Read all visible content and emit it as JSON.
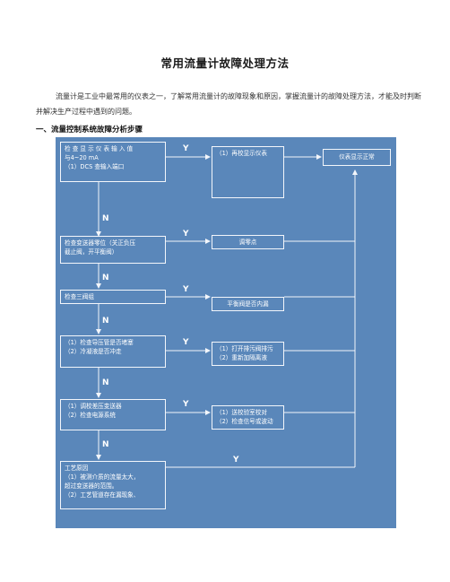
{
  "doc": {
    "title": "常用流量计故障处理方法",
    "intro": "流量计是工业中最常用的仪表之一，了解常用流量计的故障现象和原因，掌握流量计的故障处理方法，才能及时判断并解决生产过程中遇到的问题。",
    "section_heading": "一、流量控制系统故障分析步骤"
  },
  "flowchart": {
    "colors": {
      "background": "#5a87ba",
      "stroke": "#f3f6fb"
    },
    "yes_label": "Y",
    "no_label": "N",
    "left_boxes": [
      {
        "lines": [
          "检 查 显 示 仪 表 输 入 值",
          "与4~20 mA",
          "（1）DCS 查输入端口"
        ]
      },
      {
        "lines": [
          "检查变送器零位（关正负压",
          "截止阀，开平衡阀）"
        ]
      },
      {
        "lines": [
          "检查三阀组"
        ]
      },
      {
        "lines": [
          "（1）检查导压管是否堵塞",
          "（2）冷凝液是否冲走"
        ]
      },
      {
        "lines": [
          "（1）调校差压变送器",
          "（2）检查电源系统"
        ]
      },
      {
        "lines": [
          "工艺原因",
          "（1）被测介质的流量太大，",
          "超过变送器的范围。",
          "（2）工艺管道存在漏现象、"
        ]
      }
    ],
    "right_boxes": [
      {
        "lines": [
          "（1）再校显示仪表"
        ]
      },
      {
        "lines": [
          "调零点"
        ]
      },
      {
        "lines": [
          "平衡阀是否内漏"
        ]
      },
      {
        "lines": [
          "（1）打开排污阀排污",
          "（2）重新加隔离液"
        ]
      },
      {
        "lines": [
          "（1）送校验室校对",
          "（2）检查信号或波动"
        ]
      }
    ],
    "result_box": {
      "lines": [
        "仪表显示正常"
      ]
    }
  }
}
